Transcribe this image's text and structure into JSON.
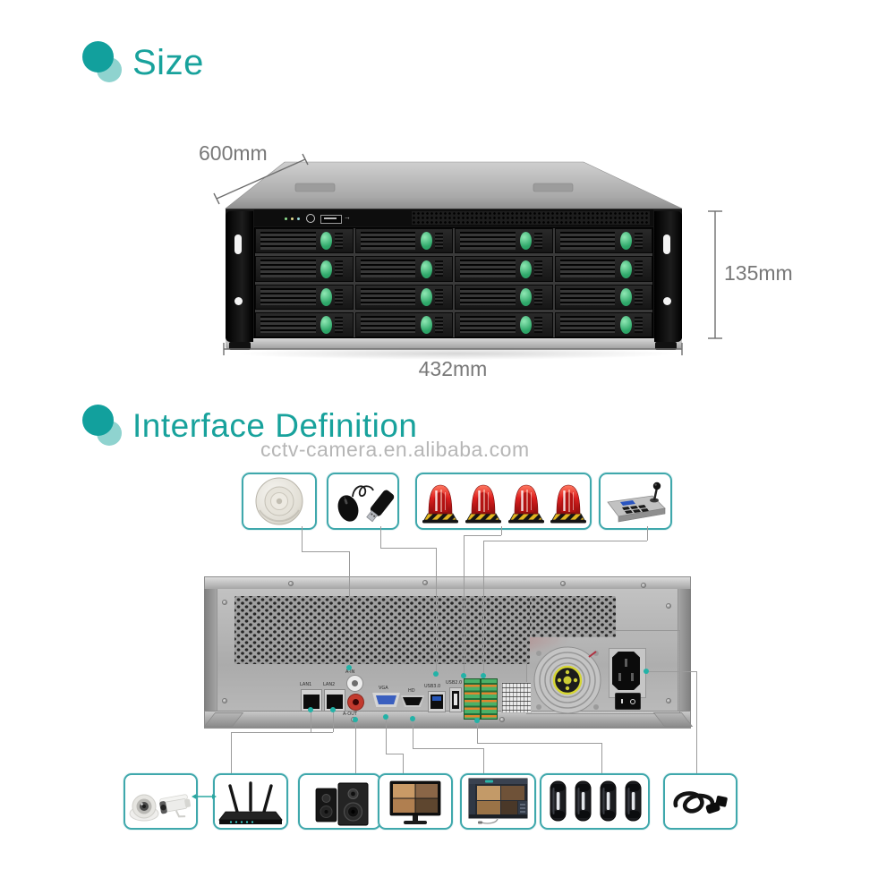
{
  "colors": {
    "accent": "#12a09d",
    "accent_light": "#8fd3cf",
    "box_border": "#3fa8ac",
    "connector_line": "#9b9b9b",
    "dimension_text": "#787878",
    "watermark": "#b6b6b6",
    "latch_green": "#2ea86a",
    "alarm_red": "#d81f1f"
  },
  "glyphs": {
    "usb_arrow": "→"
  },
  "size_section": {
    "heading": "Size",
    "depth_label": "600mm",
    "height_label": "135mm",
    "width_label": "432mm",
    "drive_bays": {
      "rows": 4,
      "cols": 4
    }
  },
  "interface_section": {
    "heading": "Interface Definition",
    "watermark": "cctv-camera.en.alibaba.com",
    "rear_ports": {
      "lan1": "LAN1",
      "lan2": "LAN2",
      "audio_in": "A-IN",
      "audio_out": "A-OUT",
      "vga": "VGA",
      "hdmi": "HD",
      "usb3": "USB3.0",
      "usb2": "USB2.0"
    },
    "top_devices": [
      {
        "icon": "audio-pickup-icon"
      },
      {
        "icon": "mouse-and-usb-drive-icon"
      },
      {
        "icon": "alarm-beacons-icon",
        "count": 4
      },
      {
        "icon": "ptz-keyboard-icon"
      }
    ],
    "bottom_devices": [
      {
        "icon": "ip-cameras-icon"
      },
      {
        "icon": "wifi-router-icon"
      },
      {
        "icon": "speakers-icon"
      },
      {
        "icon": "quad-view-monitor-icon"
      },
      {
        "icon": "cms-display-icon"
      },
      {
        "icon": "beam-sensors-icon",
        "count": 4
      },
      {
        "icon": "power-cord-icon"
      }
    ]
  }
}
